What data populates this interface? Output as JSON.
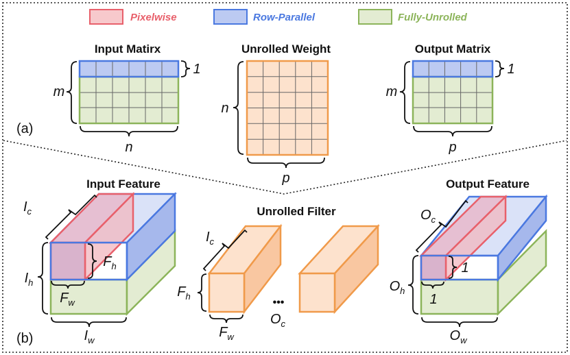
{
  "legend": {
    "pixelwise": "Pixelwise",
    "row_parallel": "Row-Parallel",
    "fully_unrolled": "Fully-Unrolled"
  },
  "colors": {
    "pixelwise": "#e8606b",
    "row_parallel": "#4a78e0",
    "fully_unrolled": "#8cb45a",
    "weight": "#f09a4a"
  },
  "panel_a": {
    "label": "(a)",
    "input_matrix": {
      "title": "Input Matirx",
      "rows_label": "m",
      "cols_label": "n",
      "one_label": "1"
    },
    "unrolled_weight": {
      "title": "Unrolled Weight",
      "rows_label": "n",
      "cols_label": "p"
    },
    "output_matrix": {
      "title": "Output Matrix",
      "rows_label": "m",
      "cols_label": "p",
      "one_label": "1"
    }
  },
  "panel_b": {
    "label": "(b)",
    "input_feature": {
      "title": "Input Feature",
      "ic": "I",
      "ic_sub": "c",
      "ih": "I",
      "ih_sub": "h",
      "iw": "I",
      "iw_sub": "w",
      "fh": "F",
      "fh_sub": "h",
      "fw": "F",
      "fw_sub": "w"
    },
    "unrolled_filter": {
      "title": "Unrolled Filter",
      "ic": "I",
      "ic_sub": "c",
      "fh": "F",
      "fh_sub": "h",
      "fw": "F",
      "fw_sub": "w",
      "dots": "•••",
      "oc": "O",
      "oc_sub": "c"
    },
    "output_feature": {
      "title": "Output Feature",
      "oc": "O",
      "oc_sub": "c",
      "oh": "O",
      "oh_sub": "h",
      "ow": "O",
      "ow_sub": "w",
      "one_a": "1",
      "one_b": "1"
    }
  }
}
